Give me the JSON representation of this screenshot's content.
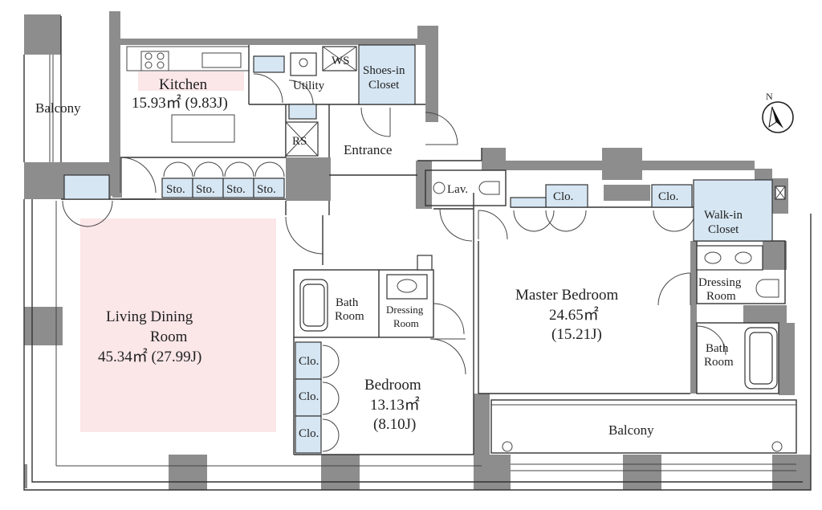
{
  "rooms": {
    "kitchen": {
      "name": "Kitchen",
      "area": "15.93㎡ (9.83J)"
    },
    "living": {
      "name_line1": "Living Dining",
      "name_line2": "Room",
      "area": "45.34㎡ (27.99J)"
    },
    "balcony_left": {
      "name": "Balcony"
    },
    "balcony_bottom": {
      "name": "Balcony"
    },
    "utility": {
      "name": "Utility"
    },
    "ws": {
      "name": "WS"
    },
    "shoes": {
      "line1": "Shoes-in",
      "line2": "Closet"
    },
    "rs": {
      "name": "RS"
    },
    "entrance": {
      "name": "Entrance"
    },
    "lav": {
      "name": "Lav."
    },
    "bath_small": {
      "line1": "Bath",
      "line2": "Room"
    },
    "dressing_small": {
      "line1": "Dressing",
      "line2": "Room"
    },
    "bedroom": {
      "name": "Bedroom",
      "area_line1": "13.13㎡",
      "area_line2": "(8.10J)"
    },
    "master": {
      "name": "Master Bedroom",
      "area_line1": "24.65㎡",
      "area_line2": "(15.21J)"
    },
    "walkin": {
      "line1": "Walk-in",
      "line2": "Closet"
    },
    "dressing_master": {
      "line1": "Dressing",
      "line2": "Room"
    },
    "bath_master": {
      "line1": "Bath",
      "line2": "Room"
    }
  },
  "storage_labels": [
    "Sto.",
    "Sto.",
    "Sto.",
    "Sto."
  ],
  "closet_labels": {
    "master_left": "Clo.",
    "master_right": "Clo.",
    "bedroom": [
      "Clo.",
      "Clo.",
      "Clo."
    ]
  },
  "compass": {
    "label": "N"
  },
  "colors": {
    "highlight": "#fbe6e8",
    "closet": "#d6e6f3",
    "wall": "#8d8d8d"
  }
}
